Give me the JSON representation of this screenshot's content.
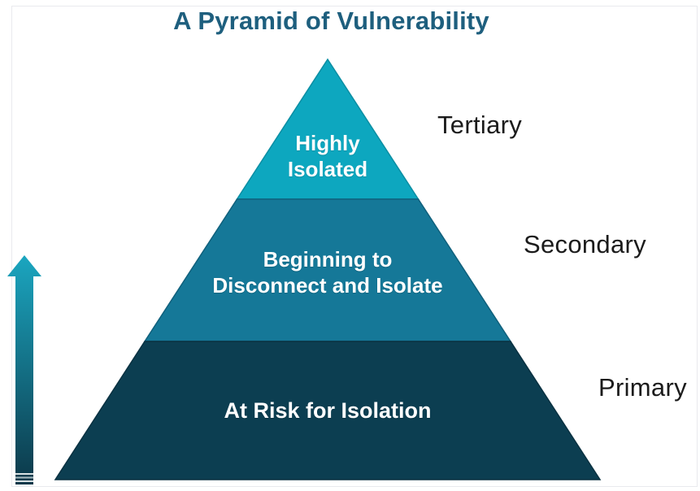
{
  "title": "A Pyramid of Vulnerability",
  "pyramid": {
    "tiers": [
      {
        "name": "tertiary",
        "side_label": "Tertiary",
        "line1": "Highly",
        "line2": "Isolated",
        "color": "#0DA7BF"
      },
      {
        "name": "secondary",
        "side_label": "Secondary",
        "line1": "Beginning to",
        "line2": "Disconnect and Isolate",
        "color": "#157898"
      },
      {
        "name": "primary",
        "side_label": "Primary",
        "line1": "At Risk for Isolation",
        "color": "#0C3E51"
      }
    ]
  },
  "arrow": {
    "direction": "up",
    "gradient_top": "#1BA6C0",
    "gradient_bottom": "#0C3849"
  },
  "colors": {
    "title_text": "#1E5F7E",
    "tier_text": "#FFFFFF",
    "side_label_text": "#1B1B1B",
    "background": "#FFFFFF",
    "border": "#E9EAEE"
  }
}
